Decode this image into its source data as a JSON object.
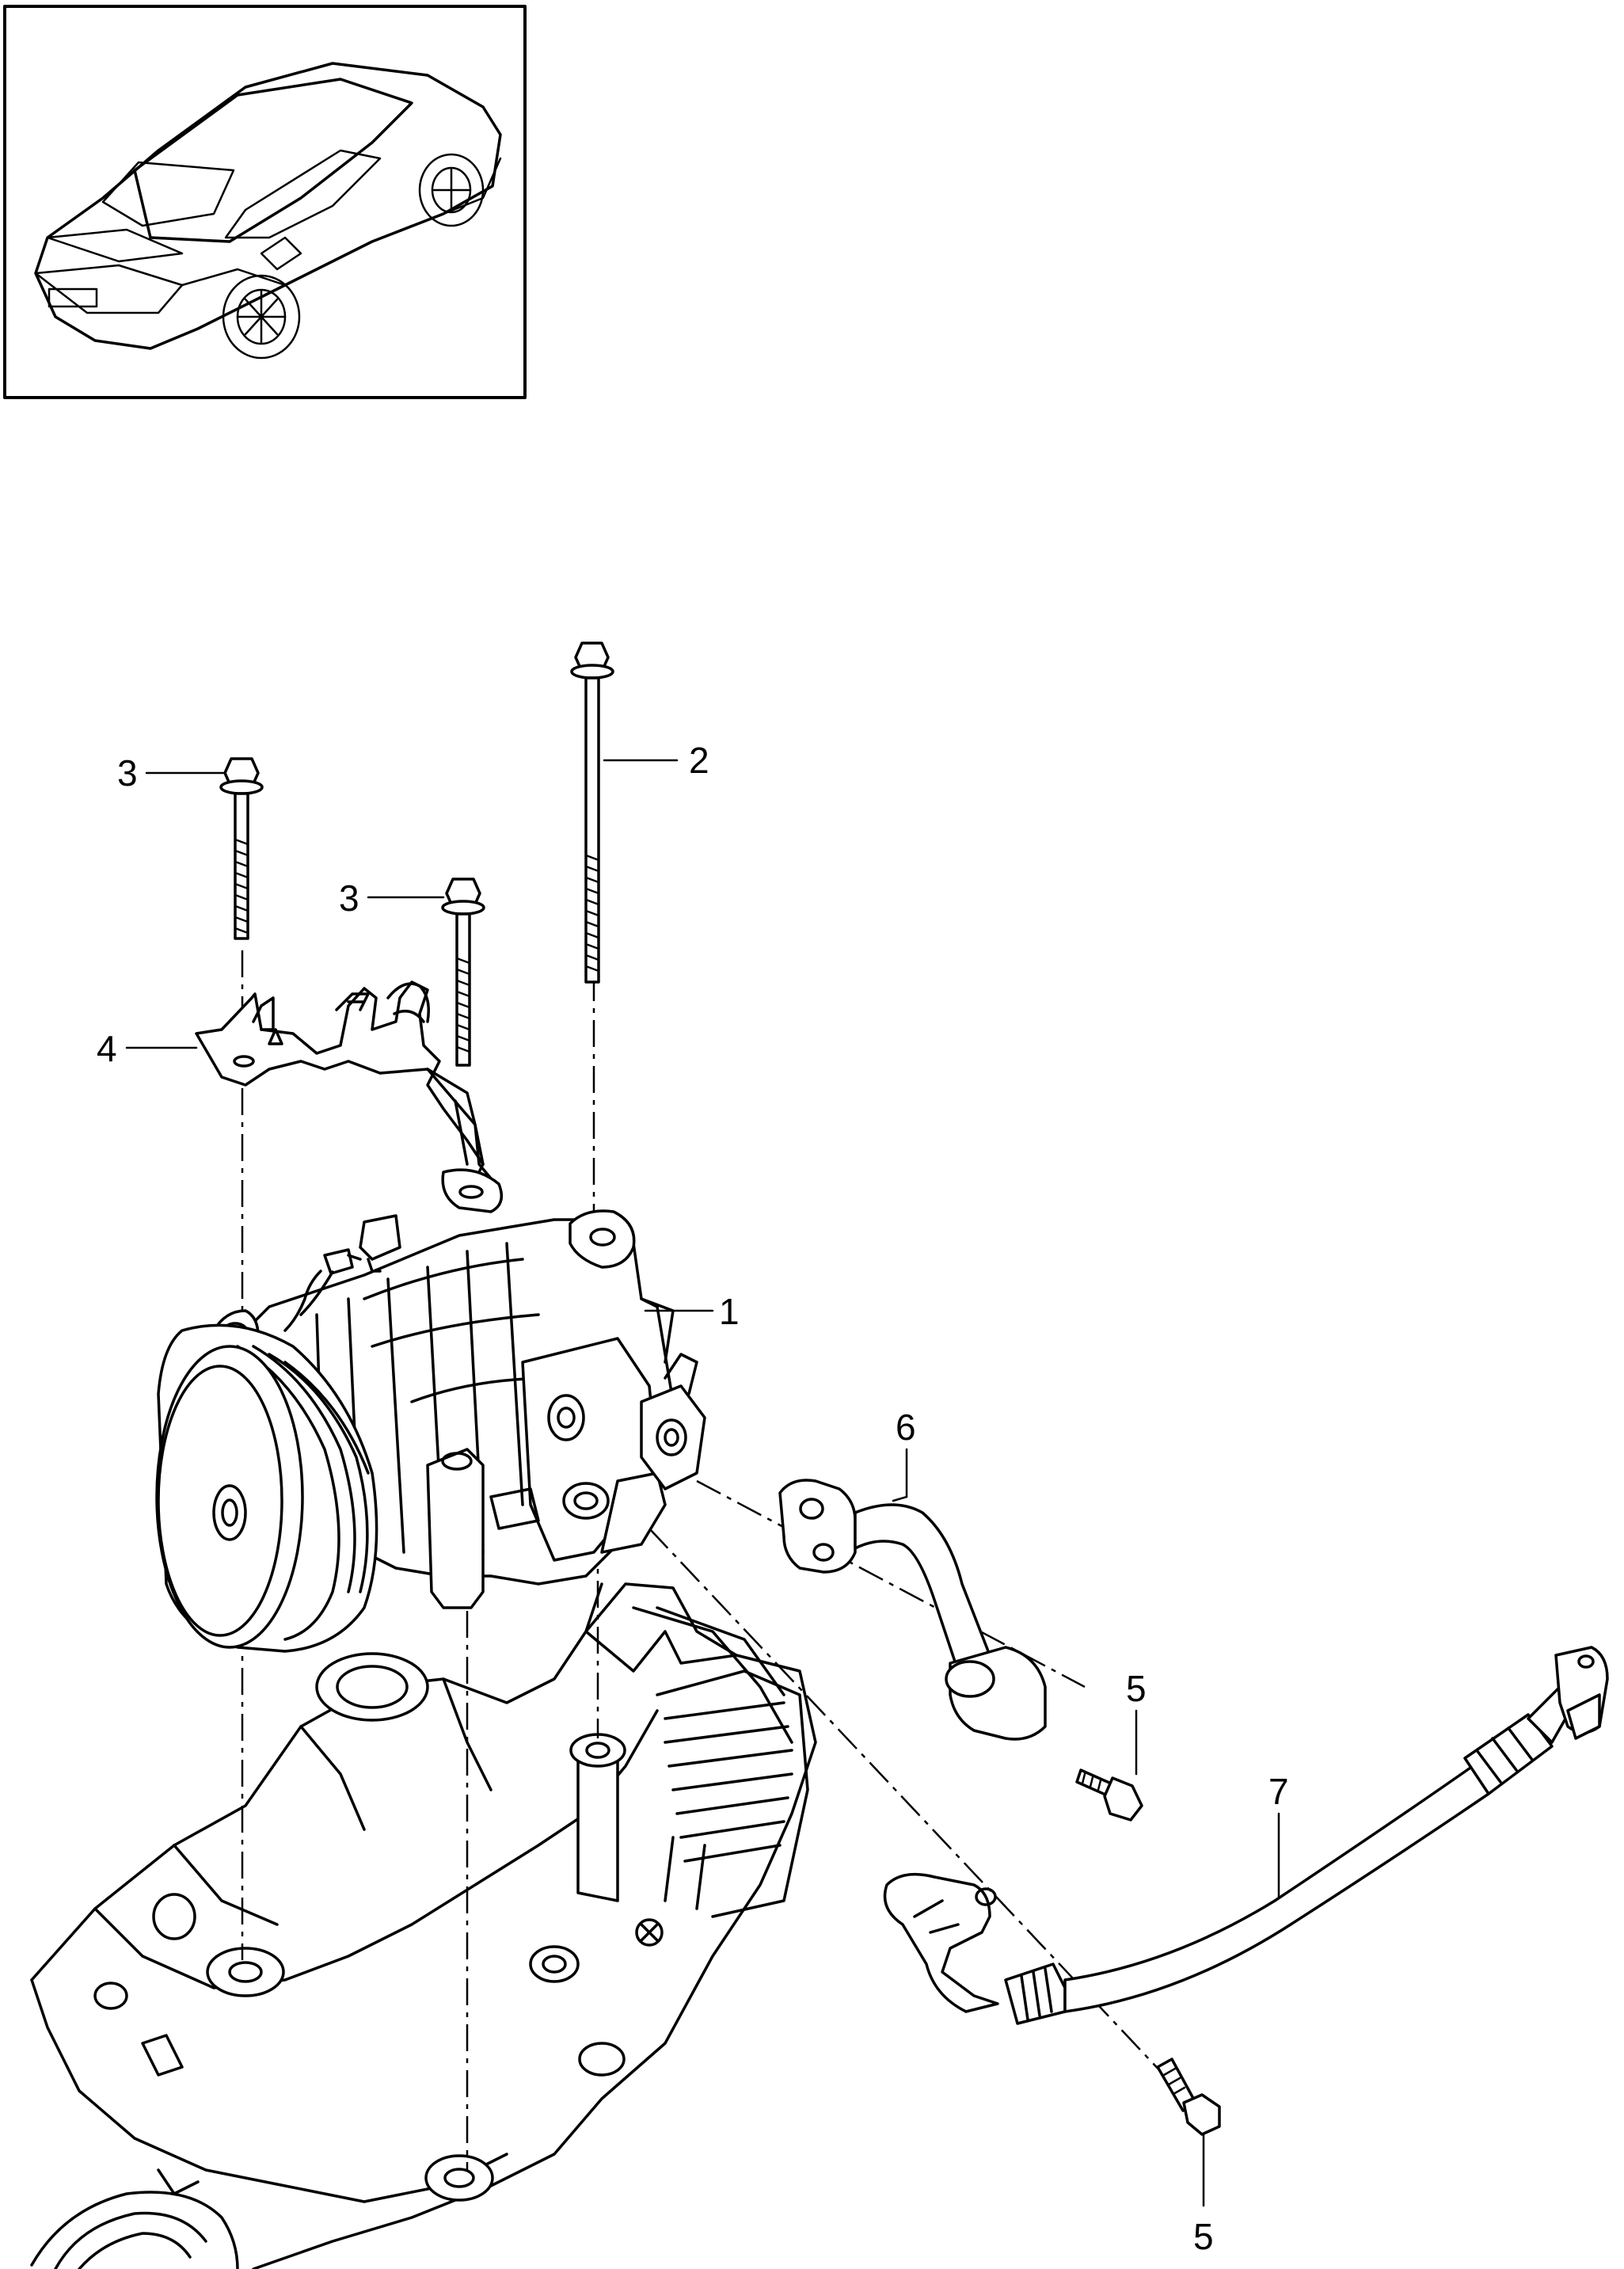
{
  "callouts": {
    "c1": "1",
    "c2": "2",
    "c3a": "3",
    "c3b": "3",
    "c4": "4",
    "c5a": "5",
    "c5b": "5",
    "c6": "6",
    "c7": "7"
  },
  "colors": {
    "line": "#000000",
    "background": "#ffffff"
  }
}
